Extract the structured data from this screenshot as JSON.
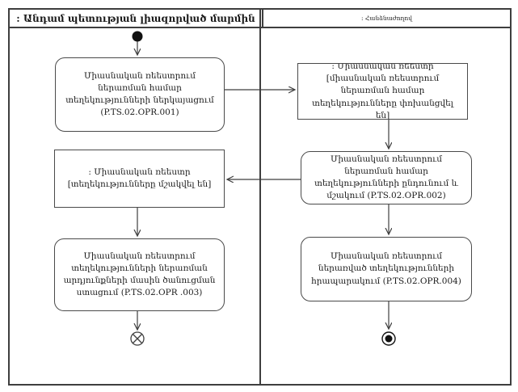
{
  "lanes": {
    "left": {
      "title": ": Անդամ պետության լիազորված մարմին"
    },
    "right": {
      "title": ": Հանձնաժողով"
    }
  },
  "nodes": {
    "action_submit_info": {
      "text": "Միասնական ռեեստրում ներառման համար տեղեկությունների ներկայացում (P.TS.02.OPR.001)"
    },
    "object_registry_transferred": {
      "text": ": Միասնական ռեեստր [միասնական ռեեստրում ներառման համար տեղեկությունները փոխանցվել են]"
    },
    "action_receive_process": {
      "text": "Միասնական ռեեստրում ներառման համար տեղեկությունների ընդունում և մշակում (P.TS.02.OPR.002)"
    },
    "object_registry_processed": {
      "text": ": Միասնական ռեեստր [տեղեկությունները մշակվել են]"
    },
    "action_receive_notification": {
      "text": "Միասնական ռեեստրում տեղեկությունների ներառման արդյունքների մասին ծանուցման ստացում (P.TS.02.OPR .003)"
    },
    "action_publish": {
      "text": "Միասնական ռեեստրում ներառված տեղեկությունների հրապարակում (P.TS.02.OPR.004)"
    }
  },
  "colors": {
    "line": "#3e3e3e",
    "node_border": "#4a4a4a",
    "background": "#ffffff"
  }
}
